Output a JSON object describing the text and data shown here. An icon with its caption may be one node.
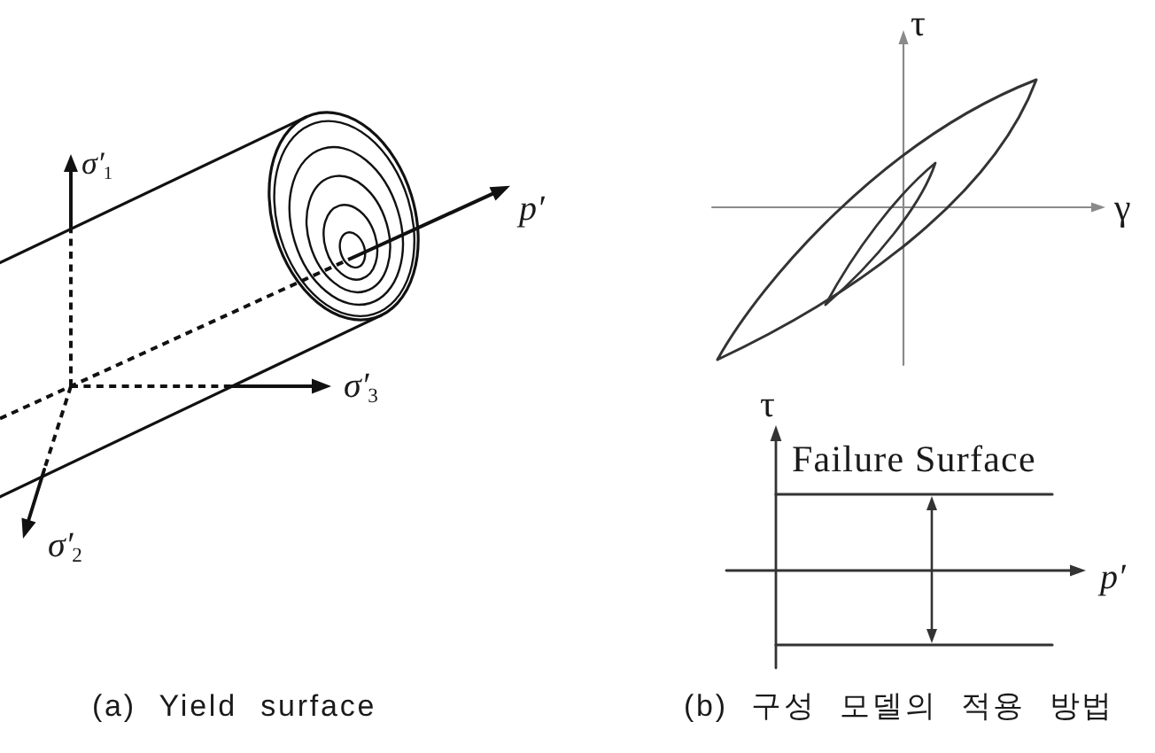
{
  "diagram": {
    "labels": [
      "σ′$_{1}$",
      "p′",
      "σ′$_{3}$",
      "σ′$_{2}$",
      "τ",
      "γ",
      "τ",
      "Failure Surface",
      "p′",
      "(a) Yield surface",
      "(b) 구성 모델의 적용 방법"
    ]
  }
}
